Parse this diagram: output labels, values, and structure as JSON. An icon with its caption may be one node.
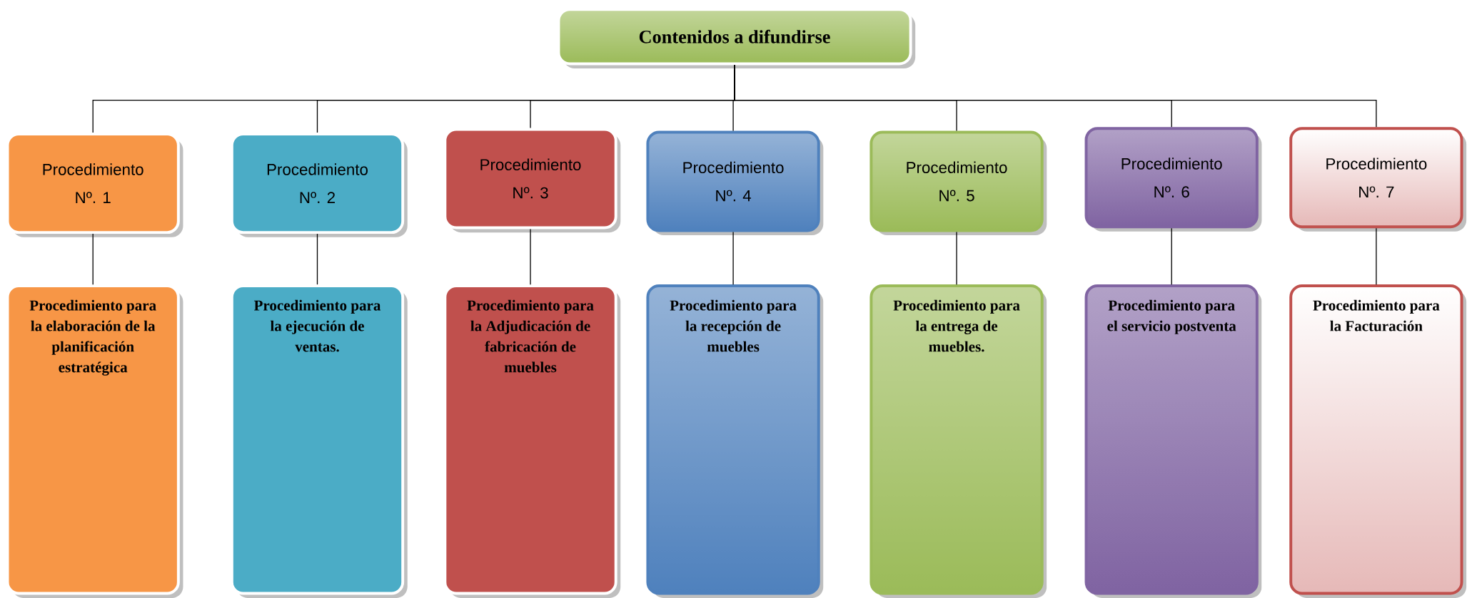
{
  "diagram": {
    "nodes": [
      {
        "text": [
          "Contenidos a difundirse"
        ]
      },
      {
        "text": [
          "Procedimiento Nº. 1"
        ]
      },
      {
        "text": [
          "Procedimiento Nº. 2"
        ]
      },
      {
        "text": [
          "Procedimiento Nº. 3"
        ]
      },
      {
        "text": [
          "Procedimiento Nº. 4"
        ]
      },
      {
        "text": [
          "Procedimiento Nº. 5"
        ]
      },
      {
        "text": [
          "Procedimiento Nº. 6"
        ]
      },
      {
        "text": [
          "Procedimiento Nº. 7"
        ]
      },
      {
        "text": [
          "Procedimiento para la elaboración de la planificación estratégica"
        ]
      },
      {
        "text": [
          "Procedimiento para la ejecución de ventas."
        ]
      },
      {
        "text": [
          "Procedimiento para la Adjudicación de fabricación de muebles"
        ]
      },
      {
        "text": [
          "Procedimiento para la recepción de muebles"
        ]
      },
      {
        "text": [
          "Procedimiento para la entrega de muebles."
        ]
      },
      {
        "text": [
          "Procedimiento para el servicio postventa"
        ]
      },
      {
        "text": [
          "Procedimiento para la Facturación"
        ]
      }
    ],
    "edges": [
      {
        "from": 0,
        "to": 1,
        "arrow": "none"
      },
      {
        "from": 0,
        "to": 2,
        "arrow": "none"
      },
      {
        "from": 0,
        "to": 3,
        "arrow": "none"
      },
      {
        "from": 0,
        "to": 4,
        "arrow": "none"
      },
      {
        "from": 0,
        "to": 5,
        "arrow": "none"
      },
      {
        "from": 0,
        "to": 6,
        "arrow": "none"
      },
      {
        "from": 0,
        "to": 7,
        "arrow": "none"
      },
      {
        "from": 1,
        "to": 8,
        "arrow": "none"
      },
      {
        "from": 2,
        "to": 9,
        "arrow": "none"
      },
      {
        "from": 3,
        "to": 10,
        "arrow": "none"
      },
      {
        "from": 4,
        "to": 11,
        "arrow": "none"
      },
      {
        "from": 5,
        "to": 12,
        "arrow": "none"
      },
      {
        "from": 6,
        "to": 13,
        "arrow": "none"
      },
      {
        "from": 7,
        "to": 14,
        "arrow": "none"
      }
    ]
  }
}
